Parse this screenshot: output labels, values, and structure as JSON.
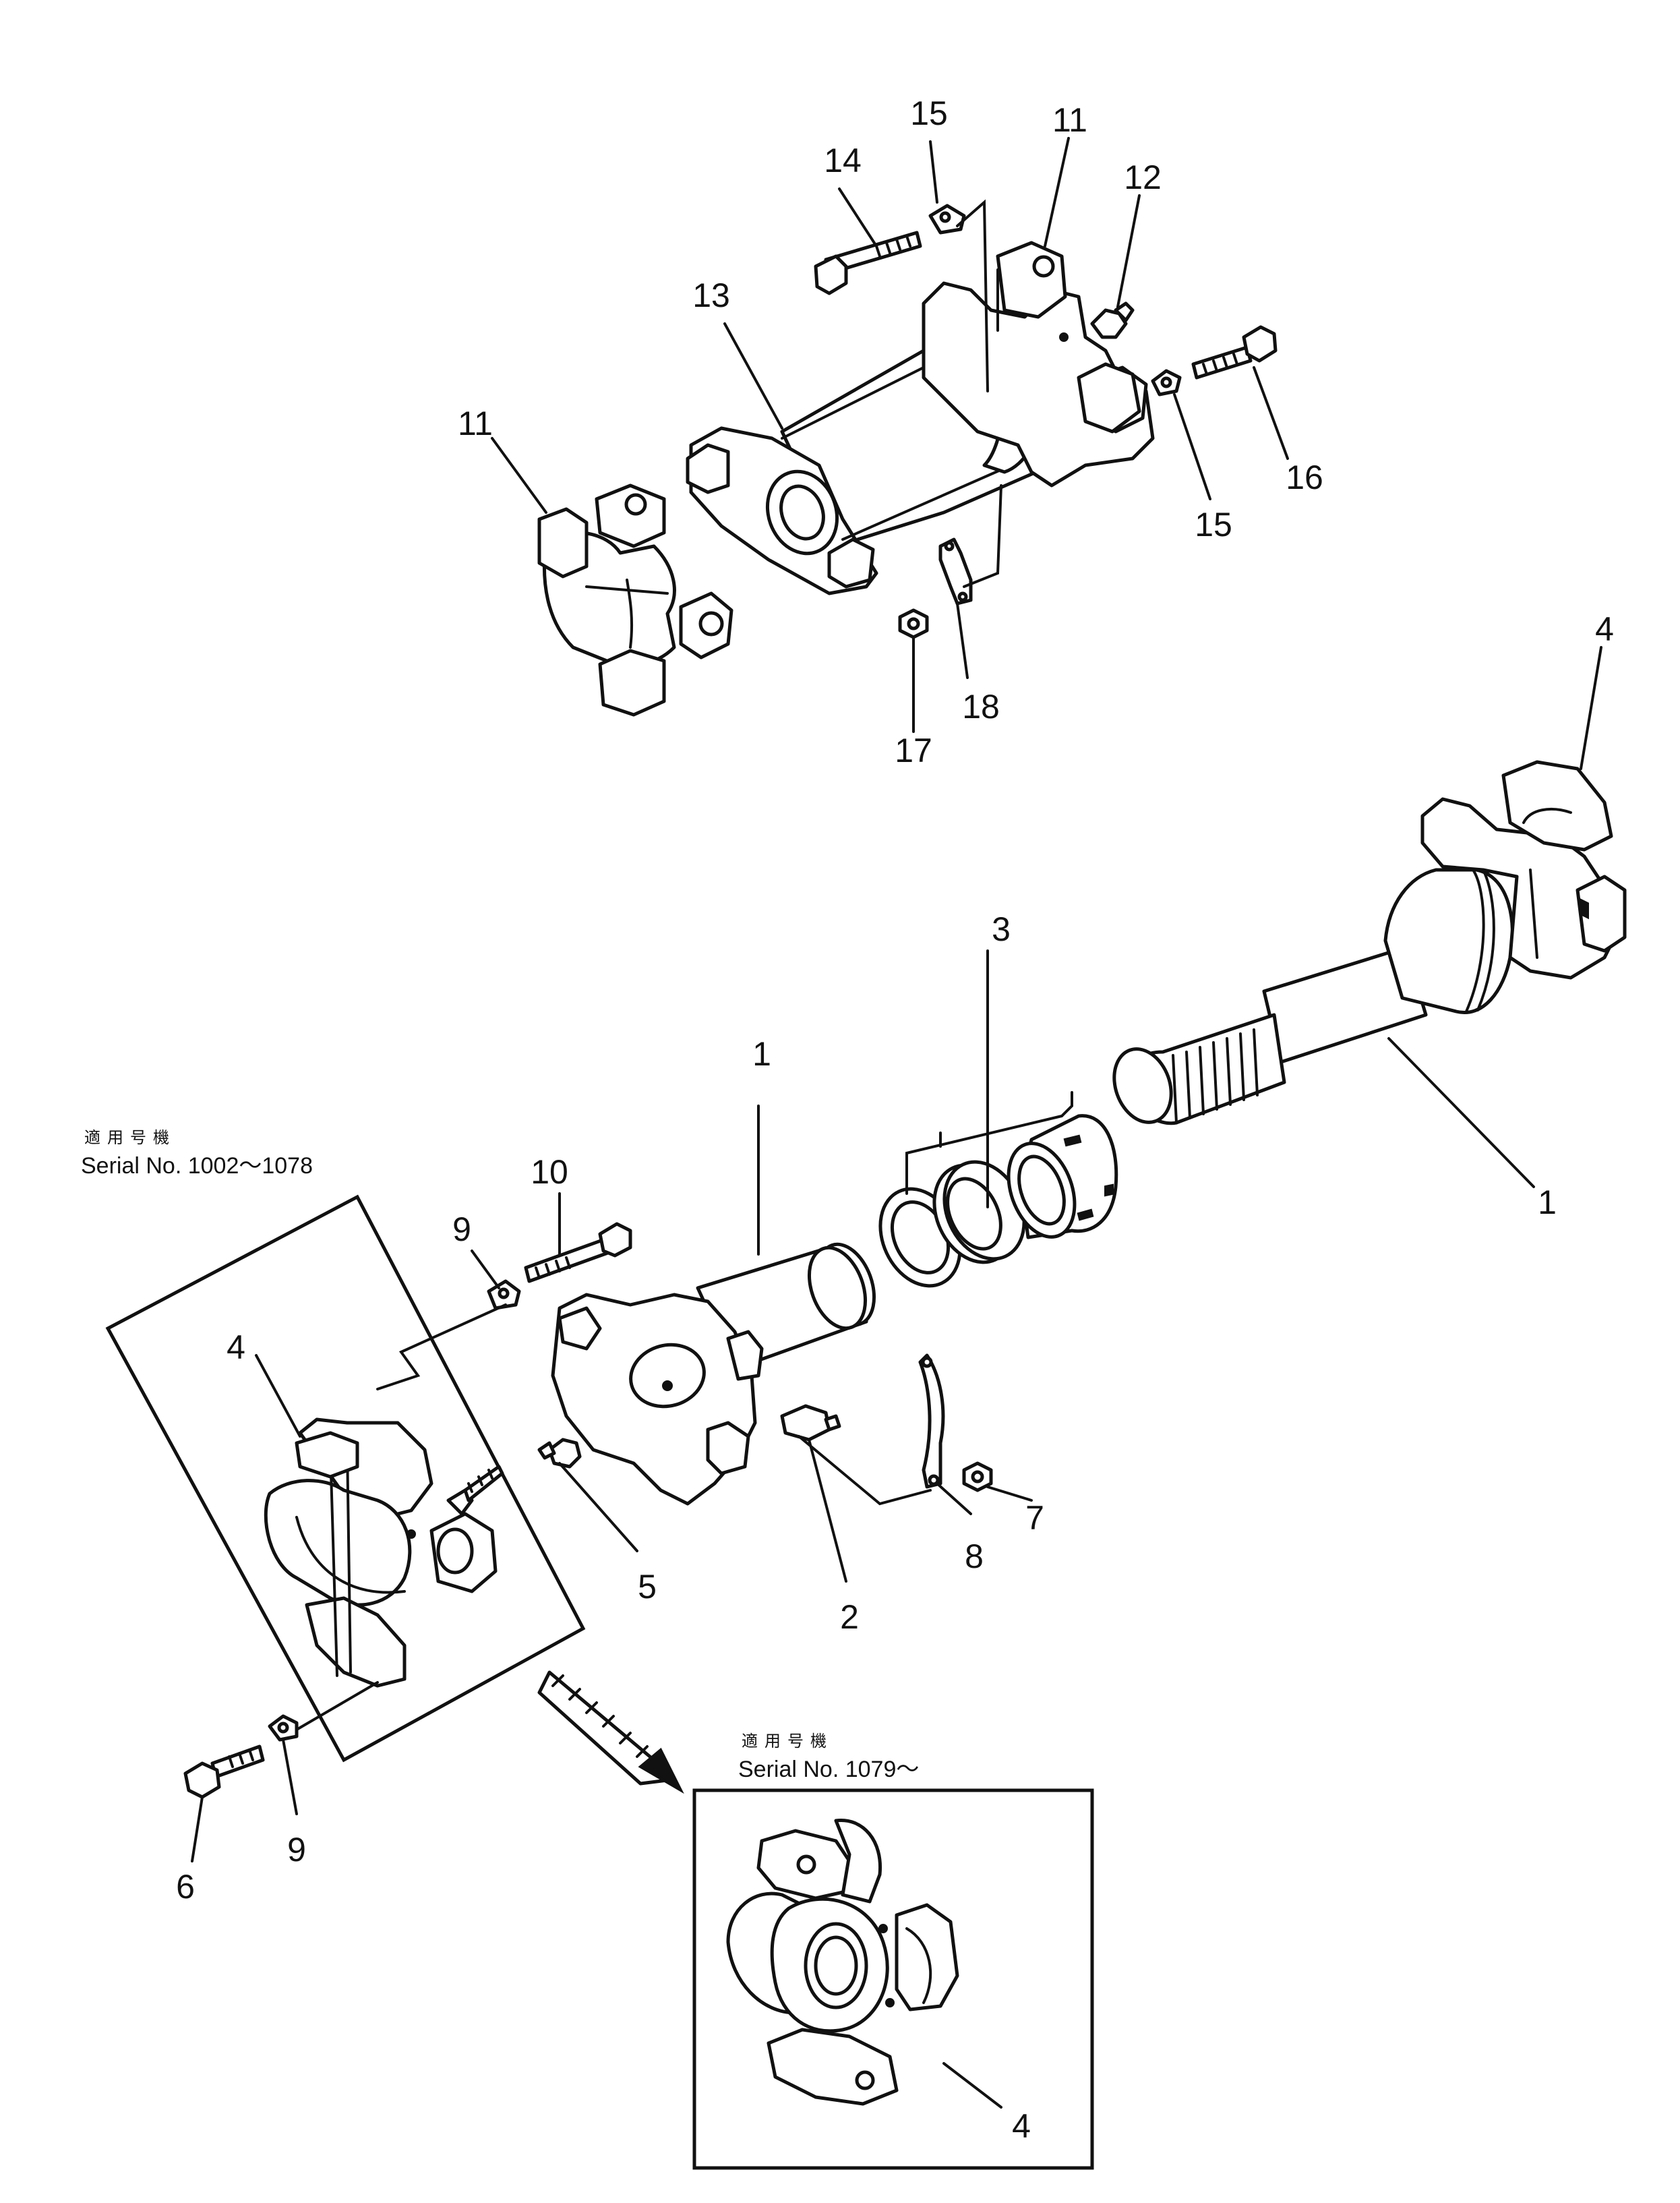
{
  "callouts": {
    "c15_top": "15",
    "c11_top": "11",
    "c14": "14",
    "c12": "12",
    "c13": "13",
    "c16": "16",
    "c11_left": "11",
    "c15_bottom": "15",
    "c18": "18",
    "c17": "17",
    "c4_right": "4",
    "c3": "3",
    "c1_mid": "1",
    "c1_right": "1",
    "c10": "10",
    "c9_upper": "9",
    "c4_left": "4",
    "c5": "5",
    "c2": "2",
    "c8": "8",
    "c7": "7",
    "c6": "6",
    "c9_lower": "9",
    "c4_inset": "4"
  },
  "notes": {
    "serial_range_jp": "適用号機",
    "serial_range": "Serial No. 1002～1078",
    "serial_from_jp": "適用号機",
    "serial_from": "Serial No. 1079～"
  }
}
